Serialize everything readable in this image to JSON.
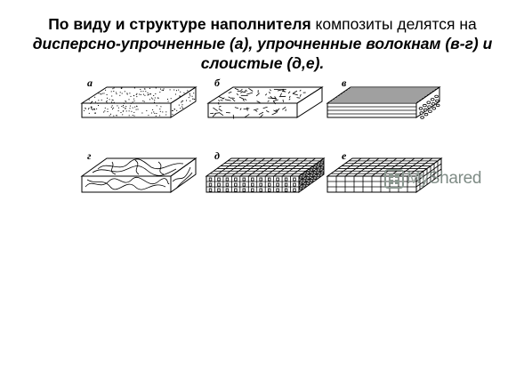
{
  "heading": {
    "bold_part": "По виду и структуре наполнителя",
    "normal_part": " композиты делятся на",
    "italic_line1": "дисперсно-упрочненные (а), упрочненные волокнам (в-г) и",
    "italic_line2": "слоистые (д,е)."
  },
  "figures": {
    "a": "а",
    "b": "б",
    "v": "в",
    "g": "г",
    "d": "д",
    "e": "е"
  },
  "watermark": {
    "my": "My",
    "shared": "Shared"
  }
}
